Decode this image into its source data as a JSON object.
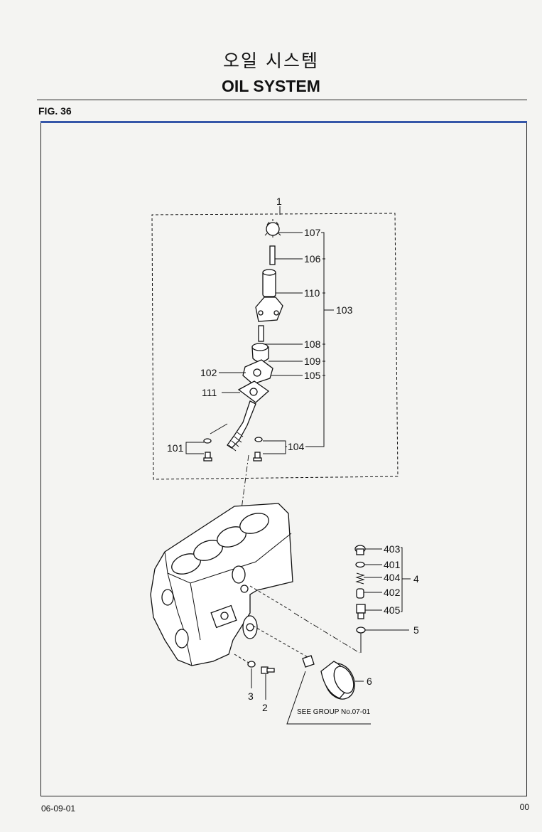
{
  "header": {
    "title_korean": "오일 시스템",
    "title_english": "OIL SYSTEM",
    "figure": "FIG. 36"
  },
  "callouts": {
    "p1": "1",
    "p101": "101",
    "p102": "102",
    "p103": "103",
    "p104": "104",
    "p105": "105",
    "p106": "106",
    "p107": "107",
    "p108": "108",
    "p109": "109",
    "p110": "110",
    "p111": "111",
    "p2": "2",
    "p3": "3",
    "p4": "4",
    "p5": "5",
    "p6": "6",
    "p401": "401",
    "p402": "402",
    "p403": "403",
    "p404": "404",
    "p405": "405"
  },
  "reference_note": "SEE GROUP No.07-01",
  "footer": {
    "date_code": "06-09-01",
    "page_code": "00"
  }
}
